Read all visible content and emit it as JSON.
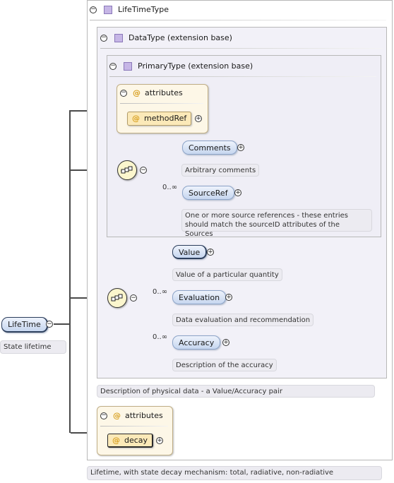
{
  "root": {
    "name": "LifeTime",
    "doc": "State lifetime"
  },
  "lifetime_type": {
    "title": "LifeTimeType",
    "doc": "Lifetime, with state decay mechanism: total, radiative, non-radiative"
  },
  "data_type": {
    "title": "DataType (extension base)",
    "doc": "Description of physical data - a Value/Accuracy pair",
    "elements": [
      {
        "name": "Value",
        "cardinality": "",
        "doc": "Value of a particular quantity"
      },
      {
        "name": "Evaluation",
        "cardinality": "0..∞",
        "doc": "Data evaluation and recommendation"
      },
      {
        "name": "Accuracy",
        "cardinality": "0..∞",
        "doc": "Description of the accuracy"
      }
    ]
  },
  "primary_type": {
    "title": "PrimaryType (extension base)",
    "attributes_label": "attributes",
    "attribute": "methodRef",
    "elements": [
      {
        "name": "Comments",
        "cardinality": "",
        "doc": "Arbitrary comments"
      },
      {
        "name": "SourceRef",
        "cardinality": "0..∞",
        "doc": "One or more source references - these entries should match the sourceID attributes of the Sources"
      }
    ]
  },
  "lifetime_attributes": {
    "label": "attributes",
    "attribute": "decay"
  },
  "icons": {
    "at": "@",
    "minus": "−",
    "plus": "+"
  },
  "colors": {
    "element_gradient_top": "#eef3fc",
    "element_gradient_bottom": "#c6d6ef",
    "attribute_fill": "#fbe9b8",
    "attribute_group_fill": "#fdf7e7",
    "inner_type_fill": "#f2f1f8",
    "sequence_fill": "#fbf6cd",
    "type_icon": "#c6b6e6"
  }
}
